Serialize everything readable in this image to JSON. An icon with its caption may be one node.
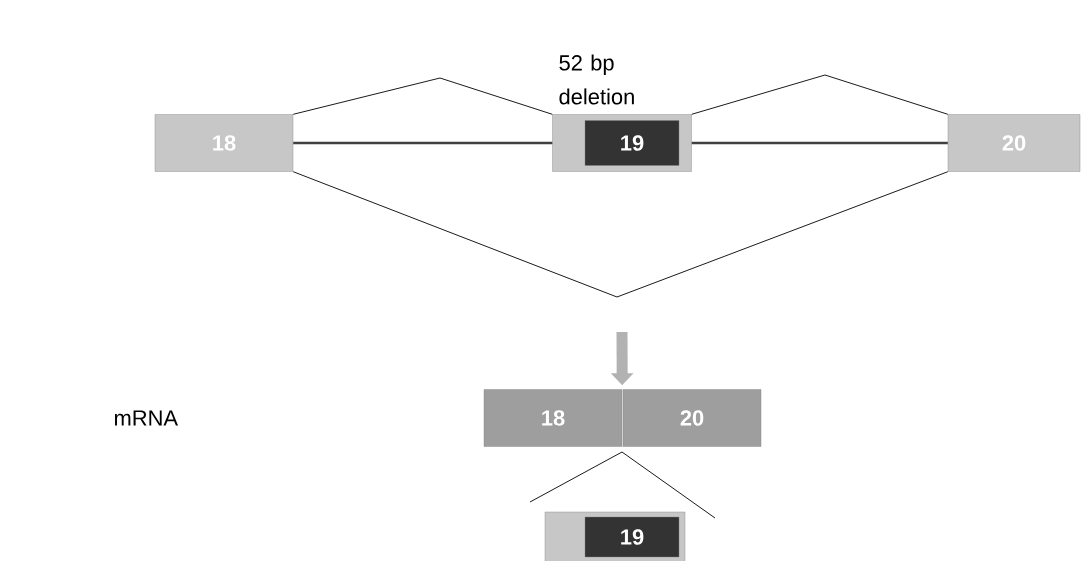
{
  "diagram": {
    "nodes": [
      {
        "text": [
          "18"
        ]
      },
      {
        "text": [],
        "shape": "box",
        "beside": [
          "52 bp deletion"
        ]
      },
      {
        "text": [
          "19"
        ],
        "in": 1
      },
      {
        "text": [
          "20"
        ]
      },
      {
        "text": [
          "18"
        ]
      },
      {
        "text": [
          "20"
        ]
      },
      {
        "text": [],
        "shape": "box"
      },
      {
        "text": [
          "19"
        ],
        "in": 6
      }
    ],
    "edges": [
      {
        "from": 0,
        "to": 1,
        "arrow": "none"
      },
      {
        "from": 1,
        "to": 3,
        "arrow": "none"
      },
      {
        "from": 0,
        "to": 3,
        "arrow": "none"
      },
      {
        "from": 0,
        "to": 1,
        "arrow": "none",
        "style": "thick"
      },
      {
        "from": 1,
        "to": 3,
        "arrow": "none",
        "style": "thick"
      },
      {
        "from": null,
        "to": 4,
        "arrow": "to",
        "style": "thick",
        "color": "#b2b2b2"
      }
    ],
    "labels": [
      "mRNA"
    ]
  }
}
